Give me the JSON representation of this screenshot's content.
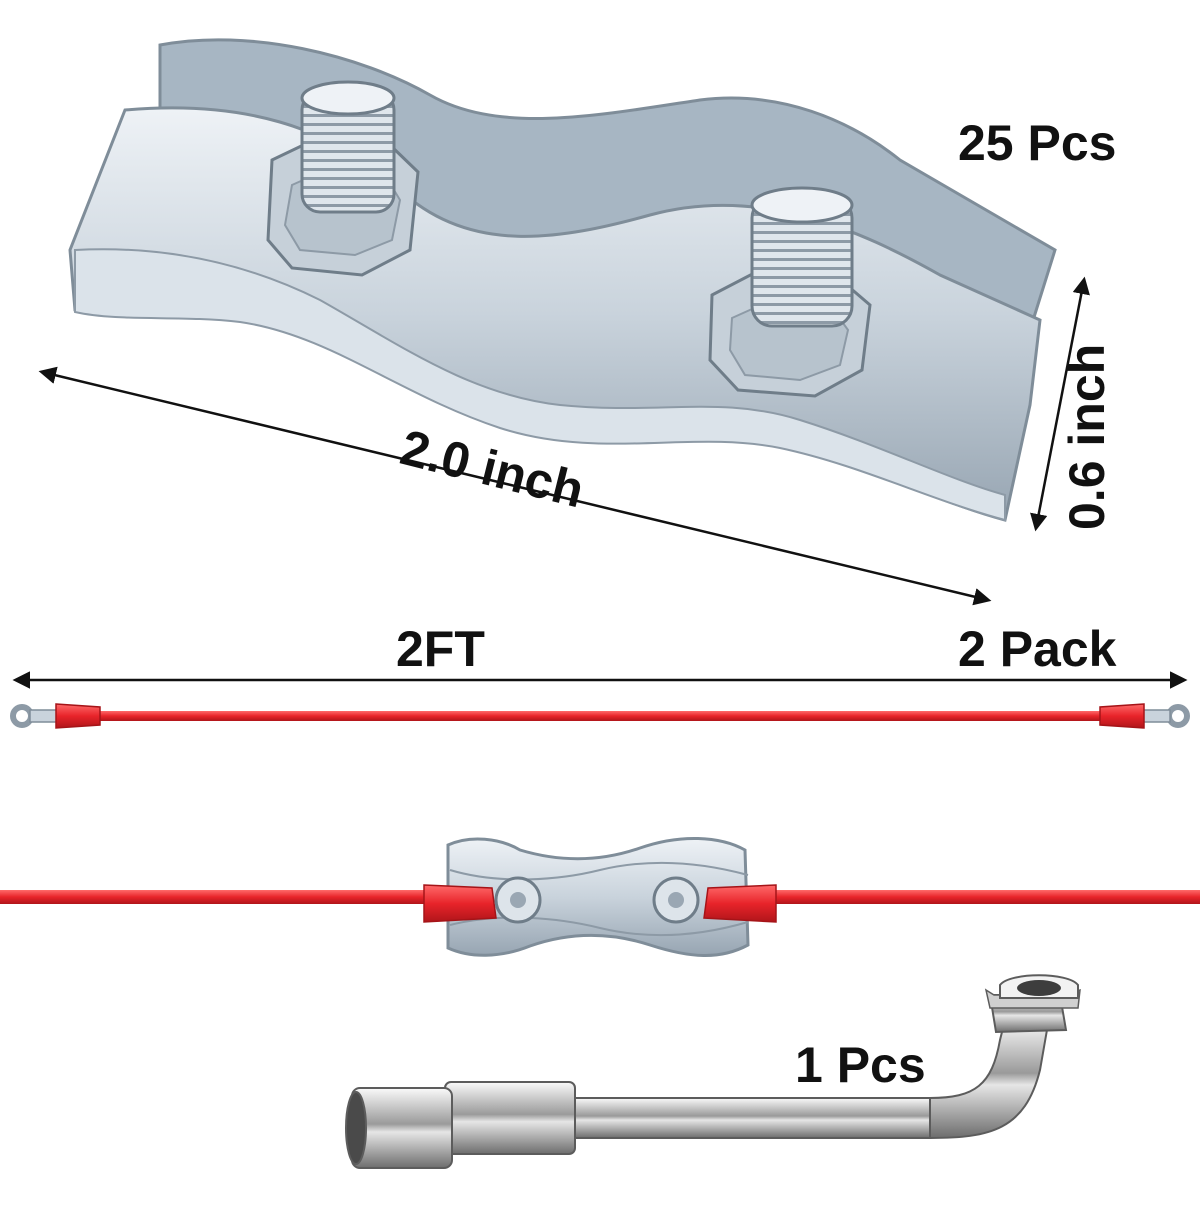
{
  "labels": {
    "clamp_quantity": "25 Pcs",
    "clamp_length": "2.0 inch",
    "clamp_width": "0.6 inch",
    "cable_length": "2FT",
    "cable_quantity": "2 Pack",
    "wrench_quantity": "1 Pcs"
  },
  "icons": [
    "double-bolt-wire-clamp",
    "ring-terminal-cable",
    "connected-clamp-assembly",
    "l-socket-wrench"
  ],
  "colors": {
    "cable_red": "#e8242a",
    "metal_silver": "#c9d3dc",
    "dimension_line": "#111111"
  }
}
